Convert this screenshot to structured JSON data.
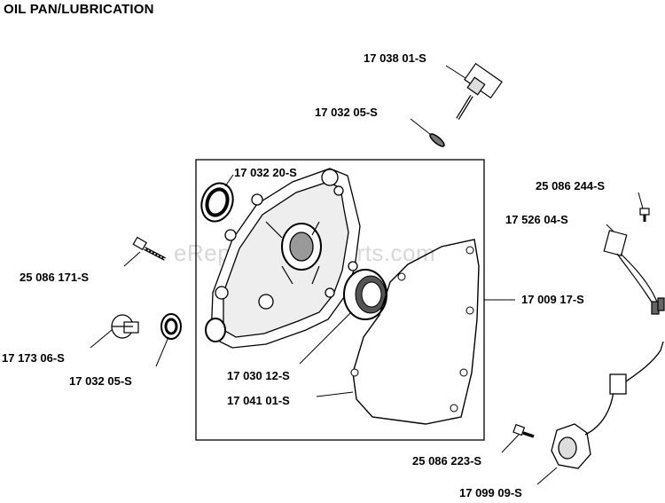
{
  "title": "OIL PAN/LUBRICATION",
  "watermark": "eReplacementParts.com",
  "parts": {
    "oil_fill_cap": "17 038 01-S",
    "dipstick_oring": "17 032 05-S",
    "oil_seal_top": "17 032 20-S",
    "screw_top_right": "25 086 244-S",
    "oil_sentry_switch": "17 526 04-S",
    "screw_left": "25 086 171-S",
    "gasket_right": "17 009 17-S",
    "drain_plug": "17 173 06-S",
    "drain_oring": "17 032 05-S",
    "bearing": "17 030 12-S",
    "gasket": "17 041 01-S",
    "screw_bottom": "25 086 223-S",
    "oil_sentry_assembly": "17 099 09-S"
  }
}
